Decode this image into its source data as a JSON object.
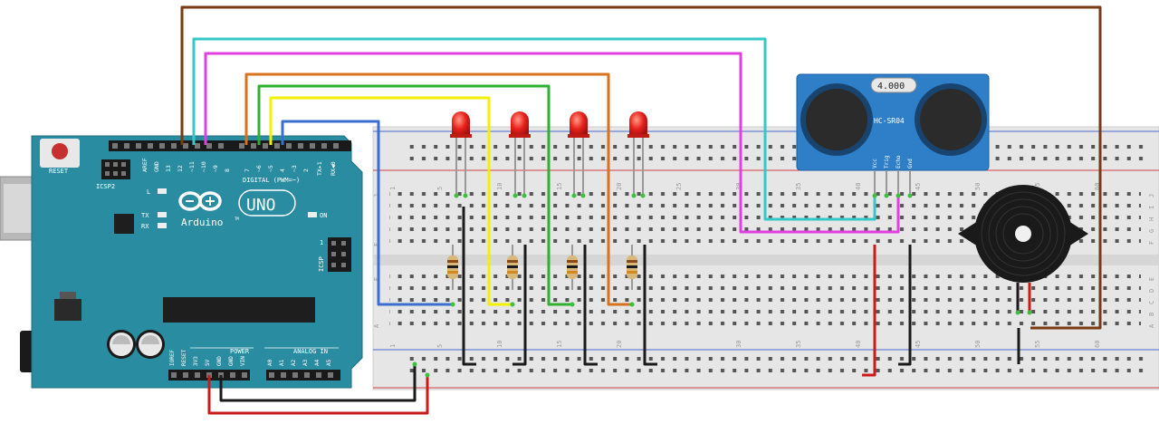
{
  "arduino": {
    "reset_label": "RESET",
    "icsp2_label": "ICSP2",
    "icsp_label": "ICSP",
    "aref_label": "AREF",
    "gnd_label": "GND",
    "pin_labels_top": [
      "13",
      "12",
      "~11",
      "~10",
      "~9",
      "8",
      "7",
      "~6",
      "~5",
      "4",
      "~3",
      "2",
      "TX▸1",
      "RX◀0"
    ],
    "digital_label": "DIGITAL (PWM=~)",
    "brand": "Arduino",
    "model": "UNO",
    "tm": "TM",
    "led_l": "L",
    "led_tx": "TX",
    "led_rx": "RX",
    "led_on": "ON",
    "power_label": "POWER",
    "analog_label": "ANALOG IN",
    "power_pins": [
      "IOREF",
      "RESET",
      "3V3",
      "5V",
      "GND",
      "GND",
      "VIN"
    ],
    "analog_pins": [
      "A0",
      "A1",
      "A2",
      "A3",
      "A4",
      "A5"
    ],
    "pin1": "1"
  },
  "breadboard": {
    "row_letters_top": [
      "J",
      "I",
      "H",
      "G",
      "F"
    ],
    "row_letters_bottom": [
      "E",
      "D",
      "C",
      "B",
      "A"
    ],
    "column_numbers": [
      "1",
      "5",
      "10",
      "15",
      "20",
      "25",
      "30",
      "35",
      "40",
      "45",
      "50",
      "55",
      "60"
    ]
  },
  "sensor": {
    "name": "HC-SR04",
    "crystal": "4.000",
    "pins": [
      "Vcc",
      "Trig",
      "Echo",
      "Gnd"
    ]
  },
  "colors": {
    "wire_brown": "#7a3a12",
    "wire_cyan": "#36c8c8",
    "wire_magenta": "#e040e0",
    "wire_orange": "#d8721e",
    "wire_green": "#30b030",
    "wire_yellow": "#f2f200",
    "wire_blue": "#3a6ed0",
    "wire_black": "#1a1a1a",
    "wire_red": "#cc1a1a",
    "board_teal": "#2a8ca0",
    "sensor_blue": "#2e7fc8",
    "led_red": "#e8201a"
  }
}
